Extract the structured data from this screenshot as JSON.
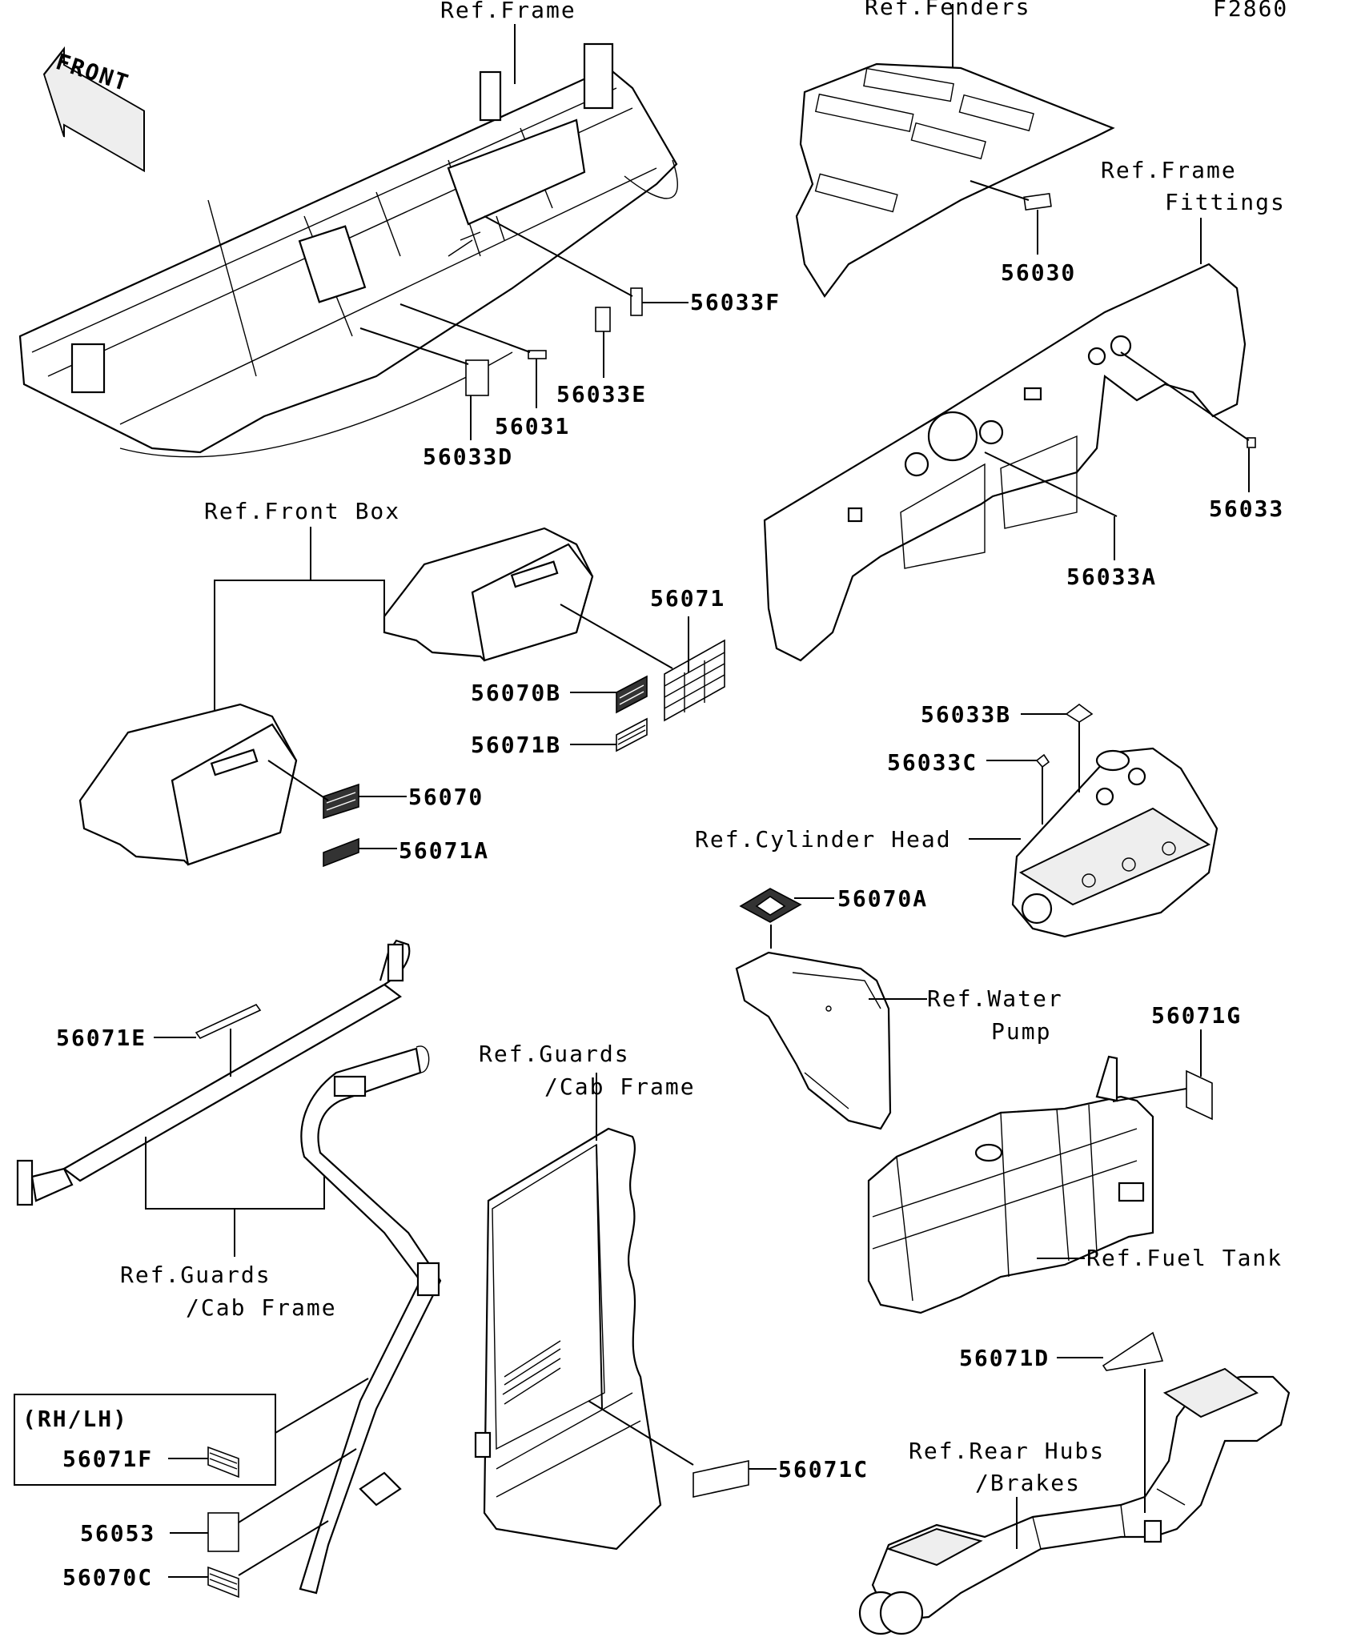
{
  "figure_code": "F2860",
  "front_arrow_label": "FRONT",
  "refs": {
    "frame": "Ref.Frame",
    "fenders": "Ref.Fenders",
    "frame_fittings_1": "Ref.Frame",
    "frame_fittings_2": "Fittings",
    "front_box": "Ref.Front Box",
    "cylinder_head": "Ref.Cylinder Head",
    "water_pump_1": "Ref.Water",
    "water_pump_2": "Pump",
    "guards_cab_frame_center_1": "Ref.Guards",
    "guards_cab_frame_center_2": "/Cab Frame",
    "guards_cab_frame_left_1": "Ref.Guards",
    "guards_cab_frame_left_2": "/Cab Frame",
    "fuel_tank": "Ref.Fuel Tank",
    "rear_hubs_1": "Ref.Rear Hubs",
    "rear_hubs_2": "/Brakes"
  },
  "rh_lh_label": "(RH/LH)",
  "parts": {
    "p56033F": "56033F",
    "p56030": "56030",
    "p56033E": "56033E",
    "p56031": "56031",
    "p56033D": "56033D",
    "p56033": "56033",
    "p56033A": "56033A",
    "p56071": "56071",
    "p56070B": "56070B",
    "p56071B": "56071B",
    "p56070": "56070",
    "p56071A": "56071A",
    "p56033B": "56033B",
    "p56033C": "56033C",
    "p56070A": "56070A",
    "p56071E": "56071E",
    "p56071G": "56071G",
    "p56071F": "56071F",
    "p56053": "56053",
    "p56070C": "56070C",
    "p56071C": "56071C",
    "p56071D": "56071D"
  }
}
